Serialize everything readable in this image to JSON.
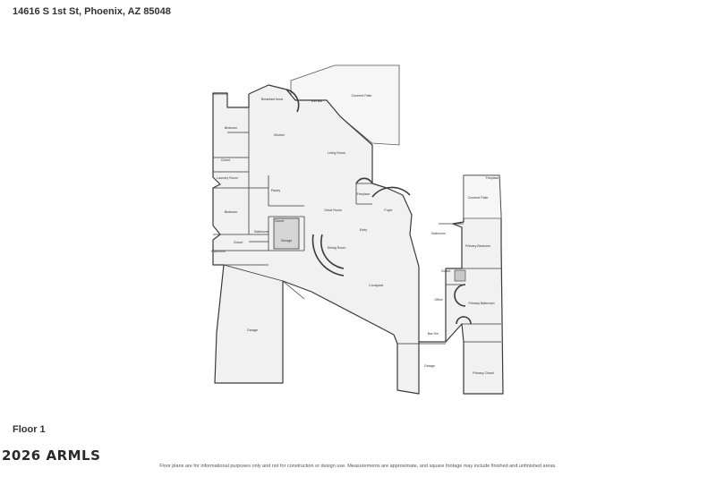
{
  "listing": {
    "address": "14616 S 1st St, Phoenix, AZ 85048",
    "floor": "Floor 1",
    "watermark": "2026 ARMLS",
    "disclaimer": "Floor plans are for informational purposes only and not for construction or design use. Measurements are approximate, and square footage may include finished and unfinished areas."
  },
  "rooms": [
    {
      "id": "bathroom-top",
      "label": "Bathroom"
    },
    {
      "id": "breakfast-nook",
      "label": "Breakfast Nook"
    },
    {
      "id": "wet-bar",
      "label": "Wet Bar"
    },
    {
      "id": "covered-patio-top",
      "label": "Covered Patio"
    },
    {
      "id": "bedroom-upper",
      "label": "Bedroom"
    },
    {
      "id": "kitchen",
      "label": "Kitchen"
    },
    {
      "id": "living-room",
      "label": "Living Room"
    },
    {
      "id": "closet-left",
      "label": "Closet"
    },
    {
      "id": "laundry-room",
      "label": "Laundry Room"
    },
    {
      "id": "pantry",
      "label": "Pantry"
    },
    {
      "id": "fireplace",
      "label": "Fireplace"
    },
    {
      "id": "covered-patio-right",
      "label": "Covered Patio"
    },
    {
      "id": "fireplace-right",
      "label": "Fireplace"
    },
    {
      "id": "bedroom-lower",
      "label": "Bedroom"
    },
    {
      "id": "great-room",
      "label": "Great Room"
    },
    {
      "id": "foyer",
      "label": "Foyer"
    },
    {
      "id": "bathroom-mid",
      "label": "Bathroom"
    },
    {
      "id": "bathroom-right",
      "label": "Bathroom"
    },
    {
      "id": "closet-mid",
      "label": "Closet"
    },
    {
      "id": "storage",
      "label": "Storage"
    },
    {
      "id": "entry",
      "label": "Entry"
    },
    {
      "id": "closet-small",
      "label": "Closet"
    },
    {
      "id": "primary-bedroom",
      "label": "Primary Bedroom"
    },
    {
      "id": "dining-room",
      "label": "Dining Room"
    },
    {
      "id": "bathroom-left",
      "label": "Bathroom"
    },
    {
      "id": "courtyard",
      "label": "Courtyard"
    },
    {
      "id": "closet-right",
      "label": "Closet"
    },
    {
      "id": "office",
      "label": "Office"
    },
    {
      "id": "primary-bathroom",
      "label": "Primary Bathroom"
    },
    {
      "id": "garage-left",
      "label": "Garage"
    },
    {
      "id": "bar-room",
      "label": "Bar Rm"
    },
    {
      "id": "garage-right",
      "label": "Garage"
    },
    {
      "id": "primary-closet",
      "label": "Primary Closet"
    }
  ]
}
